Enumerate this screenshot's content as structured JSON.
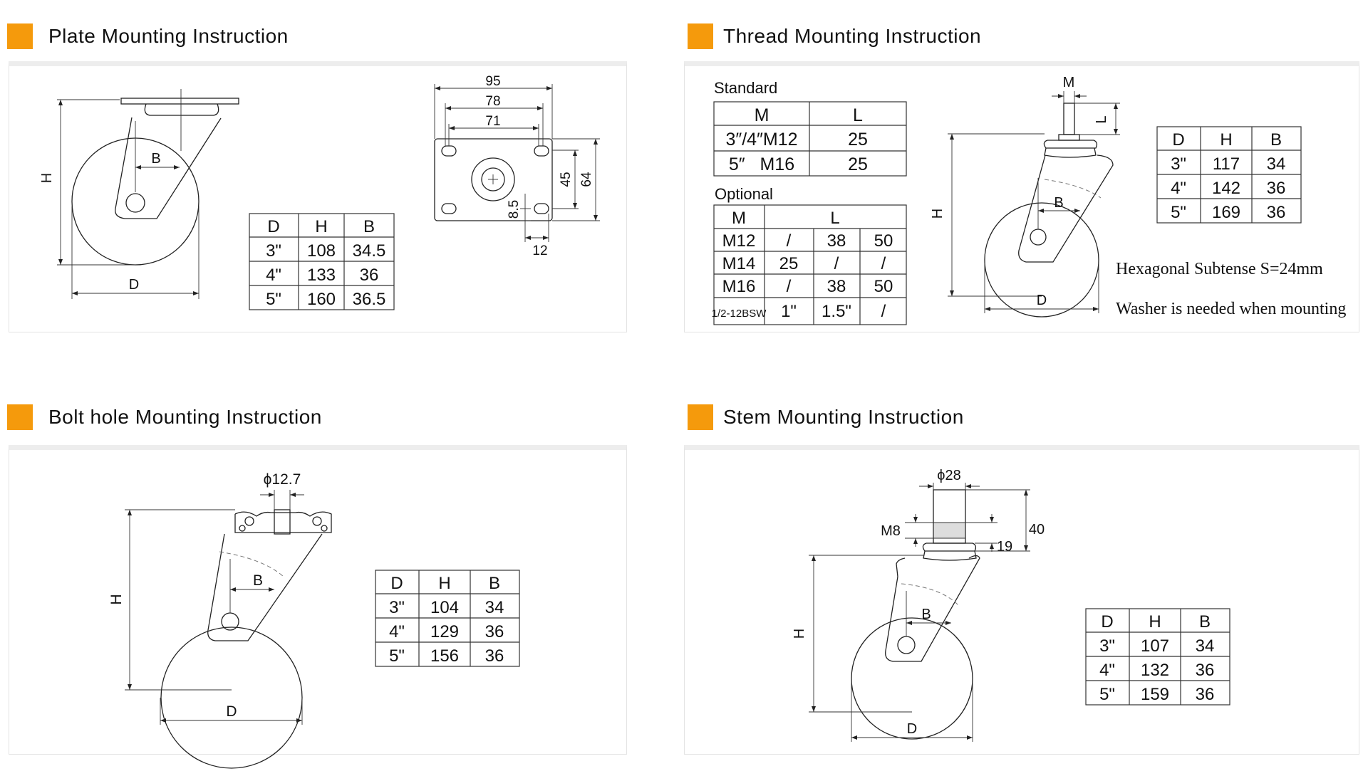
{
  "sections": {
    "plate": {
      "title": "Plate Mounting Instruction",
      "labels": {
        "h": "H",
        "b": "B",
        "d": "D"
      },
      "plate_dims": {
        "w95": "95",
        "w78": "78",
        "w71": "71",
        "h45": "45",
        "h64": "64",
        "d8_5": "8.5",
        "d12": "12"
      },
      "table": {
        "headers": [
          "D",
          "H",
          "B"
        ],
        "rows": [
          [
            "3\"",
            "108",
            "34.5"
          ],
          [
            "4\"",
            "133",
            "36"
          ],
          [
            "5\"",
            "160",
            "36.5"
          ]
        ]
      }
    },
    "thread": {
      "title": "Thread Mounting Instruction",
      "labels": {
        "m": "M",
        "l": "L",
        "h": "H",
        "b": "B",
        "d": "D"
      },
      "standard": {
        "caption": "Standard",
        "headers": [
          "M",
          "L"
        ],
        "rows": [
          [
            "3″/4″M12",
            "25"
          ],
          [
            "5″   M16",
            "25"
          ]
        ]
      },
      "optional": {
        "caption": "Optional",
        "headers": [
          "M",
          "L"
        ],
        "rows": [
          [
            "M12",
            "/",
            "38",
            "50"
          ],
          [
            "M14",
            "25",
            "/",
            "/"
          ],
          [
            "M16",
            "/",
            "38",
            "50"
          ],
          [
            "1/2-12BSW",
            "1\"",
            "1.5\"",
            "/"
          ]
        ]
      },
      "table": {
        "headers": [
          "D",
          "H",
          "B"
        ],
        "rows": [
          [
            "3\"",
            "117",
            "34"
          ],
          [
            "4\"",
            "142",
            "36"
          ],
          [
            "5\"",
            "169",
            "36"
          ]
        ]
      },
      "notes": [
        "Hexagonal Subtense S=24mm",
        "Washer is needed when mounting"
      ]
    },
    "bolt": {
      "title": "Bolt hole Mounting Instruction",
      "labels": {
        "phi": "ϕ12.7",
        "h": "H",
        "b": "B",
        "d": "D"
      },
      "table": {
        "headers": [
          "D",
          "H",
          "B"
        ],
        "rows": [
          [
            "3\"",
            "104",
            "34"
          ],
          [
            "4\"",
            "129",
            "36"
          ],
          [
            "5\"",
            "156",
            "36"
          ]
        ]
      }
    },
    "stem": {
      "title": "Stem Mounting Instruction",
      "labels": {
        "phi": "ϕ28",
        "m8": "M8",
        "d19": "19",
        "d40": "40",
        "h": "H",
        "b": "B",
        "d": "D"
      },
      "table": {
        "headers": [
          "D",
          "H",
          "B"
        ],
        "rows": [
          [
            "3\"",
            "107",
            "34"
          ],
          [
            "4\"",
            "132",
            "36"
          ],
          [
            "5\"",
            "159",
            "36"
          ]
        ]
      }
    }
  },
  "colors": {
    "accent": "#f59a0c",
    "panel_border": "#e4e4e4",
    "line": "#222222"
  }
}
